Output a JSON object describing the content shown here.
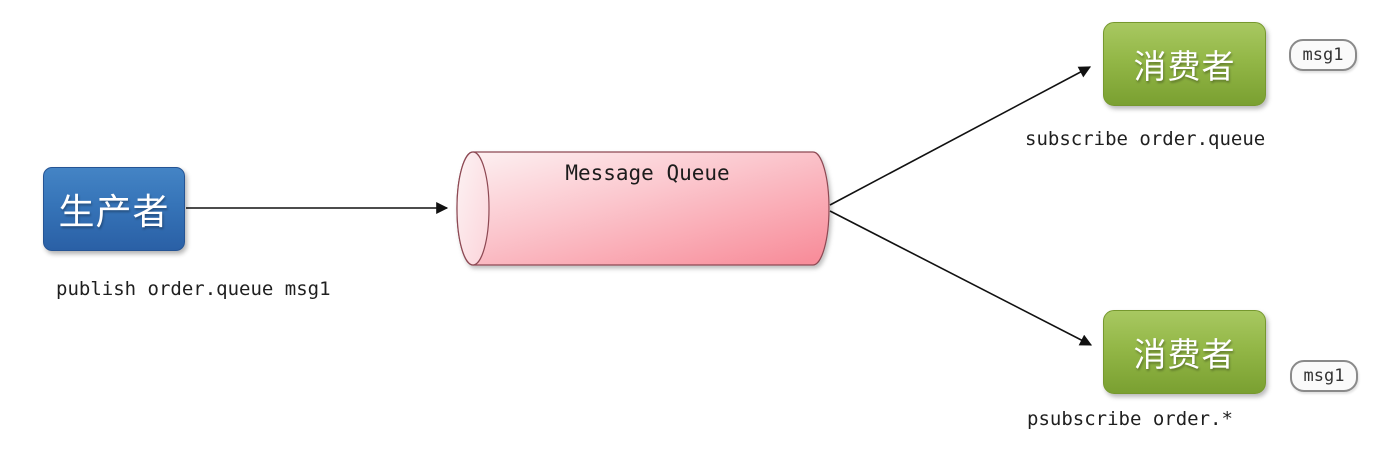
{
  "diagram": {
    "producer": {
      "label": "生产者",
      "caption": "publish order.queue msg1",
      "color_top": "#4484c5",
      "color_bottom": "#2a60a6"
    },
    "queue": {
      "label": "Message Queue",
      "color_light": "#fdf2f3",
      "color_dark": "#f88e9b",
      "border_color": "#8d4853"
    },
    "consumers": [
      {
        "label": "消费者",
        "caption": "subscribe order.queue",
        "badge": "msg1"
      },
      {
        "label": "消费者",
        "caption": "psubscribe order.*",
        "badge": "msg1"
      }
    ],
    "consumer_color_top": "#a8c861",
    "consumer_color_bottom": "#7aa031",
    "arrow_color": "#111111",
    "badge_background": "#fafafa",
    "badge_border_color": "#8a8a8a"
  }
}
